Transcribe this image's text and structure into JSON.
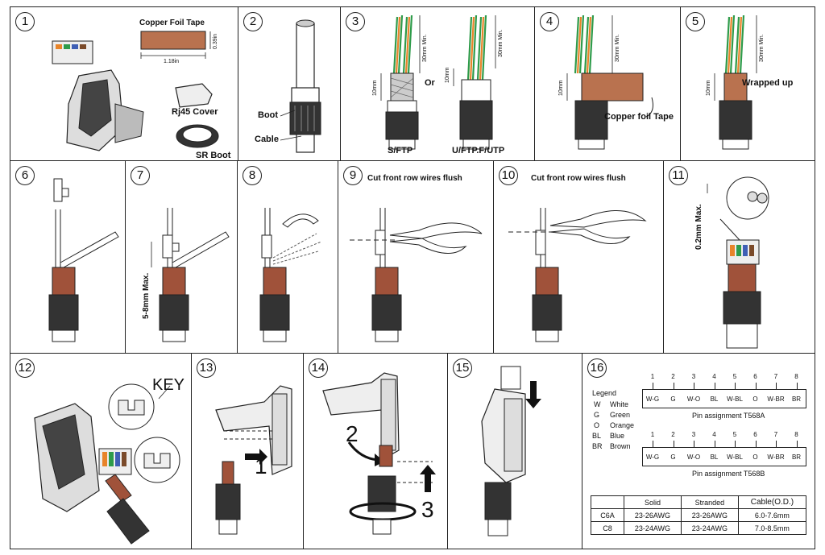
{
  "steps": {
    "s1": {
      "num": "1",
      "tape_title": "Copper Foil Tape",
      "tape_width": "1.18in",
      "tape_height": "0.39in",
      "cover_label": "Rj45 Cover",
      "boot_label": "SR Boot"
    },
    "s2": {
      "num": "2",
      "boot_label": "Boot",
      "cable_label": "Cable"
    },
    "s3": {
      "num": "3",
      "len_30": "30mm Min.",
      "len_10": "10mm",
      "or_label": "Or",
      "len_30b": "30mm Min.",
      "len_10b": "10mm",
      "label_sftp": "S/FTP",
      "label_uftp": "U/FTP.F/UTP"
    },
    "s4": {
      "num": "4",
      "len_30": "30mm Min.",
      "len_10": "10mm",
      "tape_label": "Copper foil Tape"
    },
    "s5": {
      "num": "5",
      "len_30": "30mm Min.",
      "len_10": "10mm",
      "wrapped_label": "Wrapped up"
    },
    "s6": {
      "num": "6"
    },
    "s7": {
      "num": "7",
      "max_label": "5-8mm Max."
    },
    "s8": {
      "num": "8"
    },
    "s9": {
      "num": "9",
      "title": "Cut front row wires flush"
    },
    "s10": {
      "num": "10",
      "title": "Cut front row wires flush"
    },
    "s11": {
      "num": "11",
      "max_label": "0.2mm Max."
    },
    "s12": {
      "num": "12",
      "key_label": "KEY"
    },
    "s13": {
      "num": "13",
      "arrow_num": "1"
    },
    "s14": {
      "num": "14",
      "arrow_num_2": "2",
      "arrow_num_3": "3"
    },
    "s15": {
      "num": "15"
    },
    "s16": {
      "num": "16",
      "legend_title": "Legend",
      "legend": [
        {
          "code": "W",
          "name": "White"
        },
        {
          "code": "G",
          "name": "Green"
        },
        {
          "code": "O",
          "name": "Orange"
        },
        {
          "code": "BL",
          "name": "Blue"
        },
        {
          "code": "BR",
          "name": "Brown"
        }
      ],
      "pin_numbers": [
        "1",
        "2",
        "3",
        "4",
        "5",
        "6",
        "7",
        "8"
      ],
      "t568a_pins": [
        "W-G",
        "G",
        "W-O",
        "BL",
        "W-BL",
        "O",
        "W-BR",
        "BR"
      ],
      "t568a_caption": "Pin assignment T568A",
      "t568b_pins": [
        "W-G",
        "G",
        "W-O",
        "BL",
        "W-BL",
        "O",
        "W-BR",
        "BR"
      ],
      "t568b_caption": "Pin assignment T568B",
      "table": {
        "headers": [
          "",
          "Solid",
          "Stranded",
          "Cable(O.D.)"
        ],
        "rows": [
          [
            "C6A",
            "23-26AWG",
            "23-26AWG",
            "6.0-7.6mm"
          ],
          [
            "C8",
            "23-24AWG",
            "23-24AWG",
            "7.0-8.5mm"
          ]
        ]
      }
    }
  },
  "colors": {
    "copper": "#b9724f",
    "copper_dark": "#8c4a32",
    "orange": "#e8842a",
    "green": "#2e9b4a",
    "blue": "#3f5fb5",
    "brown": "#7a4a2a"
  }
}
